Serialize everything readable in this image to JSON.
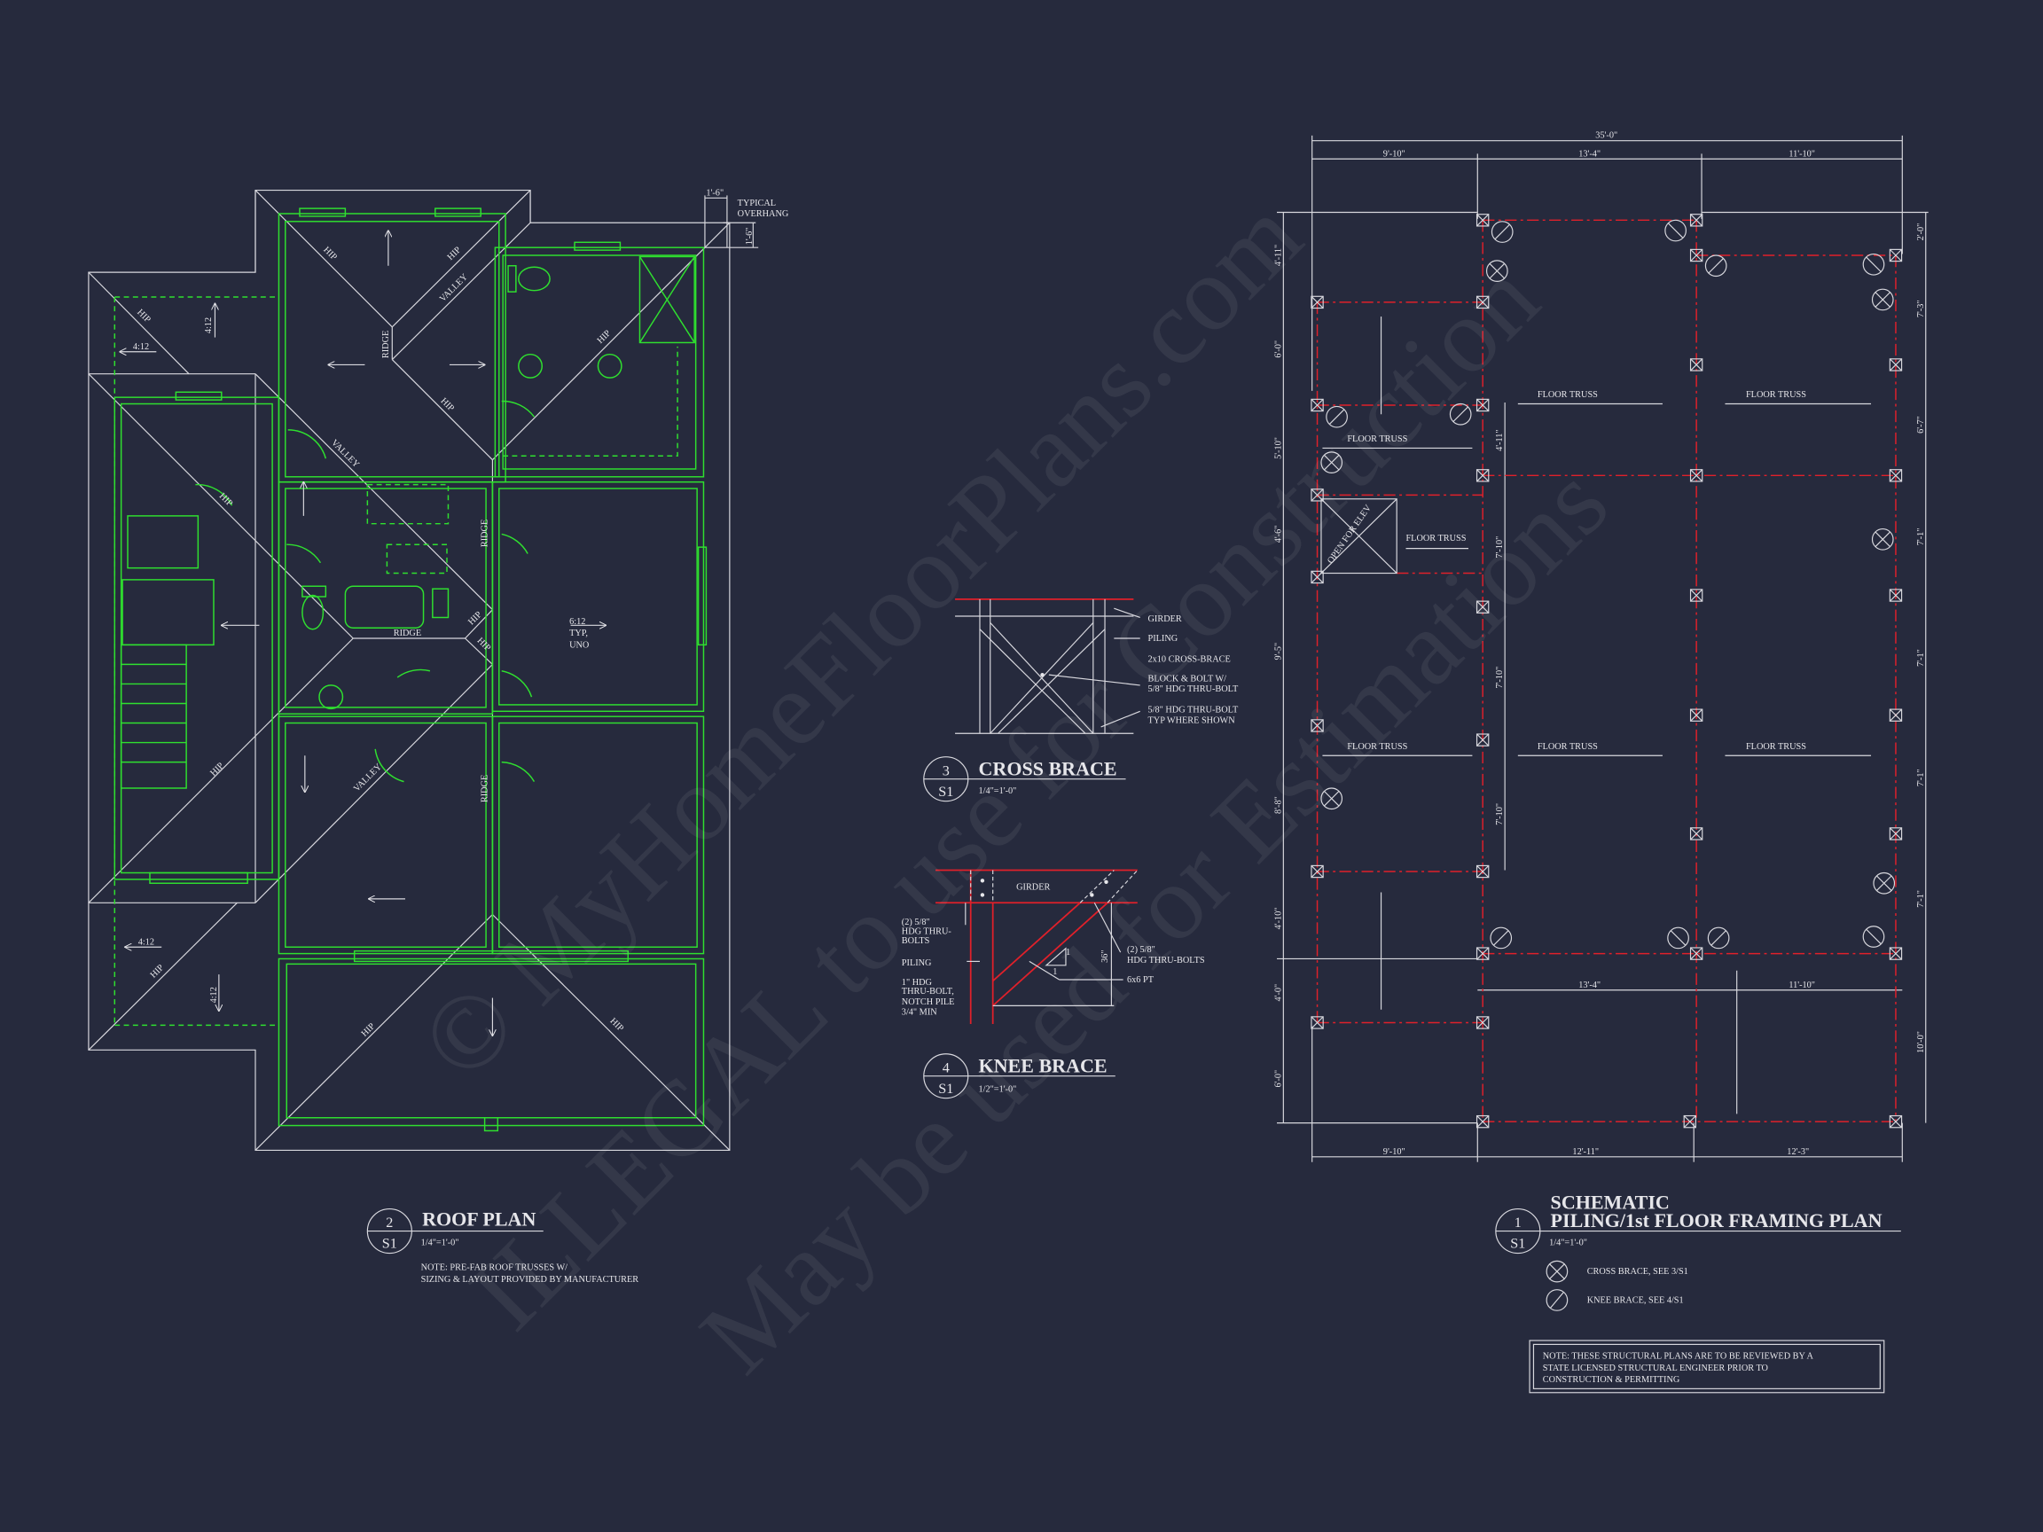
{
  "watermarks": [
    "© MyHomeFloorPlans.com",
    "ILLEGAL to use for Construction",
    "May be used for Estimations"
  ],
  "roof_plan": {
    "detail_number": "2",
    "sheet": "S1",
    "title": "ROOF PLAN",
    "scale": "1/4\"=1'-0\"",
    "note_lines": [
      "NOTE: PRE-FAB ROOF TRUSSES W/",
      "SIZING & LAYOUT PROVIDED BY MANUFACTURER"
    ],
    "labels": [
      "HIP",
      "HIP",
      "VALLEY",
      "RIDGE",
      "HIP",
      "HIP",
      "HIP",
      "4:12",
      "4:12",
      "VALLEY",
      "HIP",
      "RIDGE",
      "RIDGE",
      "HIP",
      "HIP",
      "6:12",
      "TYP,",
      "UNO",
      "HIP",
      "VALLEY",
      "RIDGE",
      "4:12",
      "HIP",
      "4:12",
      "HIP",
      "HIP",
      "TYPICAL",
      "OVERHANG",
      "1'-6\"",
      "1'-6\""
    ]
  },
  "cross_brace": {
    "detail_number": "3",
    "sheet": "S1",
    "title": "CROSS BRACE",
    "scale": "1/4\"=1'-0\"",
    "callouts": [
      "GIRDER",
      "PILING",
      "2x10 CROSS-BRACE",
      "BLOCK & BOLT W/",
      "5/8\" HDG THRU-BOLT",
      "5/8\" HDG THRU-BOLT",
      "TYP WHERE SHOWN"
    ]
  },
  "knee_brace": {
    "detail_number": "4",
    "sheet": "S1",
    "title": "KNEE BRACE",
    "scale": "1/2\"=1'-0\"",
    "callouts": [
      "GIRDER",
      "(2) 5/8\"",
      "HDG THRU-",
      "BOLTS",
      "PILING",
      "1\" HDG",
      "THRU-BOLT,",
      "NOTCH PILE",
      "3/4\" MIN",
      "(2) 5/8\"",
      "HDG THRU-BOLTS",
      "6x6 PT",
      "36\"",
      "1",
      "1"
    ]
  },
  "framing_plan": {
    "detail_number": "1",
    "sheet": "S1",
    "title_line1": "SCHEMATIC",
    "title_line2": "PILING/1st FLOOR FRAMING PLAN",
    "scale": "1/4\"=1'-0\"",
    "truss_label": "FLOOR TRUSS",
    "elevator_label": "OPEN FOR ELEV",
    "dims": {
      "overall": "35'-0\"",
      "top": [
        "9'-10\"",
        "13'-4\"",
        "11'-10\""
      ],
      "left": [
        "4'-11\"",
        "6'-0\"",
        "5'-10\"",
        "4'-6\"",
        "9'-5\"",
        "8'-8\"",
        "4'-10\"",
        "4'-0\"",
        "6'-0\""
      ],
      "right": [
        "2'-0\"",
        "7'-3\"",
        "6'-7\"",
        "7'-1\"",
        "7'-1\"",
        "7'-1\"",
        "7'-1\"",
        "10'-0\""
      ],
      "inner": [
        "4'-11\"",
        "7'-10\"",
        "7'-10\"",
        "7'-10\""
      ],
      "bottom_inner": [
        "13'-4\"",
        "11'-10\""
      ],
      "bottom": [
        "9'-10\"",
        "12'-11\"",
        "12'-3\""
      ]
    },
    "legend": [
      {
        "icon": "cross-brace-symbol",
        "label": "CROSS BRACE, SEE 3/S1"
      },
      {
        "icon": "knee-brace-symbol",
        "label": "KNEE BRACE, SEE 4/S1"
      }
    ],
    "note_lines": [
      "NOTE: THESE STRUCTURAL PLANS ARE TO BE REVIEWED BY A",
      "STATE LICENSED STRUCTURAL ENGINEER PRIOR TO",
      "CONSTRUCTION & PERMITTING"
    ]
  },
  "colors": {
    "background": "#262a3d",
    "walls": "#2fe02f",
    "beams": "#e0202a",
    "linework": "#d8d8de"
  }
}
